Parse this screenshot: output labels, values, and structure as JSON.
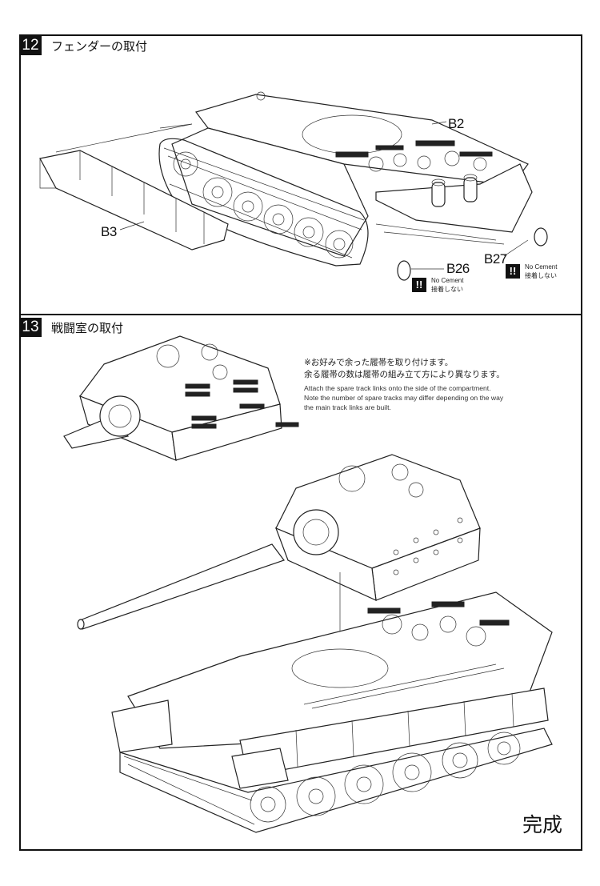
{
  "steps": [
    {
      "number": "12",
      "title": "フェンダーの取付",
      "parts": [
        "B2",
        "B3",
        "B26",
        "B27"
      ],
      "warnings": [
        {
          "symbol": "!!",
          "en": "No Cement",
          "jp": "接着しない"
        },
        {
          "symbol": "!!",
          "en": "No Cement",
          "jp": "接着しない"
        }
      ]
    },
    {
      "number": "13",
      "title": "戦闘室の取付",
      "note": {
        "jp_line1": "※お好みで余った履帯を取り付けます。",
        "jp_line2": "余る履帯の数は履帯の組み立て方により異なります。",
        "en_line1": "Attach the spare track links onto the side of the compartment.",
        "en_line2": "Note the number of spare tracks may differ depending on the way",
        "en_line3": "the main track links are built."
      },
      "complete_label": "完成"
    }
  ],
  "colors": {
    "ink": "#111111",
    "paper": "#ffffff"
  }
}
